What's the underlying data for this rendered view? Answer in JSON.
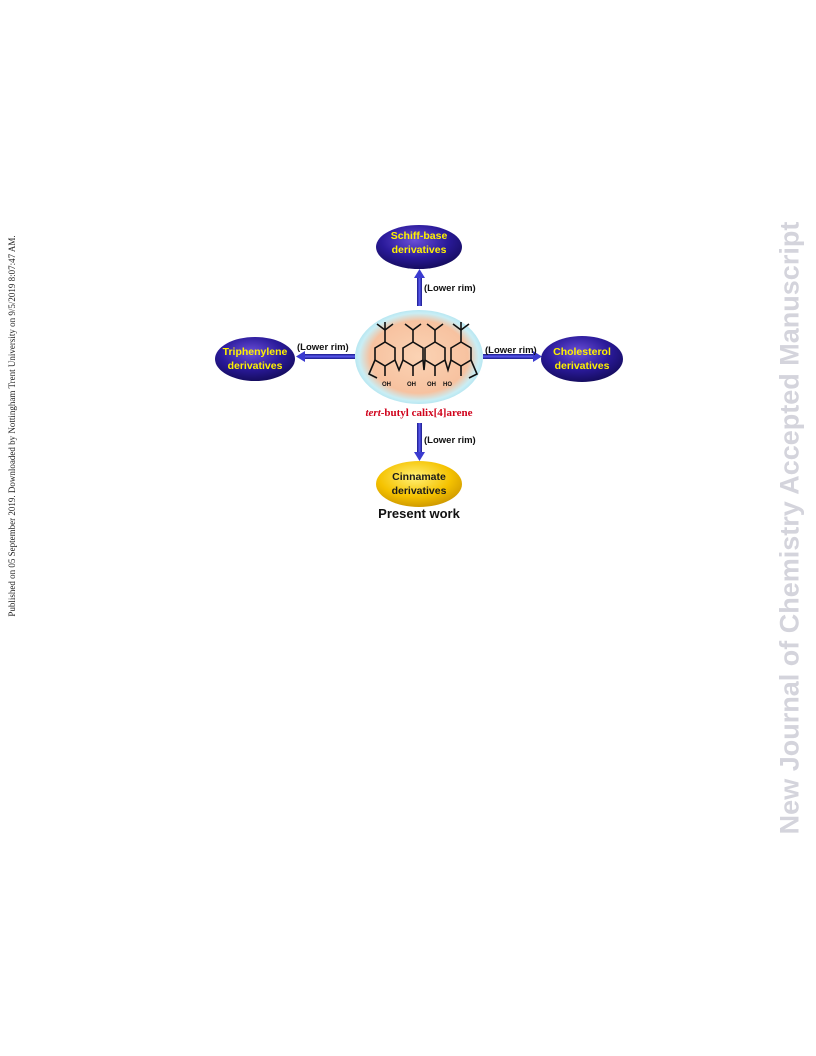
{
  "side_notes": {
    "left": "Published on 05 September 2019. Downloaded by Nottingham Trent University on 9/5/2019 8:07:47 AM.",
    "right": "New Journal of Chemistry Accepted Manuscript"
  },
  "scheme": {
    "top_node": {
      "line1": "Schiff-base",
      "line2": "derivatives",
      "connector": "(Lower rim)",
      "color": "#2a1a9a"
    },
    "left_node": {
      "line1": "Triphenylene",
      "line2": "derivatives",
      "connector": "(Lower rim)",
      "color": "#2a1a9a"
    },
    "right_node": {
      "line1": "Cholesterol",
      "line2": "derivatives",
      "connector": "(Lower rim)",
      "color": "#2a1a9a"
    },
    "bottom_node": {
      "line1": "Cinnamate",
      "line2": "derivatives",
      "connector": "(Lower rim)",
      "color": "#f5c200",
      "caption": "Present work"
    },
    "center": {
      "label_italic": "tert",
      "label_rest": "-butyl calix[4]arene",
      "hydroxyl_labels": [
        "OH",
        "OH",
        "OH",
        "HO"
      ]
    },
    "arrow_color": "#3b3bd0"
  }
}
